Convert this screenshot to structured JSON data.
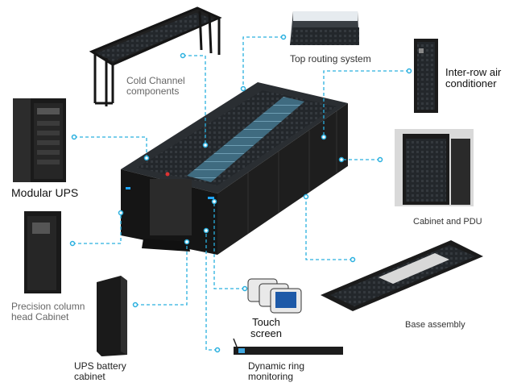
{
  "colors": {
    "leader": "#2ab0df",
    "cabinet": "#1b1b1b",
    "cabinet_top": "#2b2f33",
    "led": "#1fa6ff"
  },
  "labels": {
    "cold_channel": {
      "line1": "Cold Channel",
      "line2": "components"
    },
    "top_routing": "Top routing system",
    "inter_row_air": {
      "line1": "Inter-row air",
      "line2": "conditioner"
    },
    "modular_ups": "Modular UPS",
    "cabinet_pdu": "Cabinet and PDU",
    "precision_column": {
      "line1": "Precision column",
      "line2": "head Cabinet"
    },
    "touch_screen": {
      "line1": "Touch",
      "line2": "screen"
    },
    "base_assembly": "Base assembly",
    "ups_battery": {
      "line1": "UPS battery",
      "line2": "cabinet"
    },
    "dynamic_ring": {
      "line1": "Dynamic ring",
      "line2": "monitoring"
    }
  }
}
